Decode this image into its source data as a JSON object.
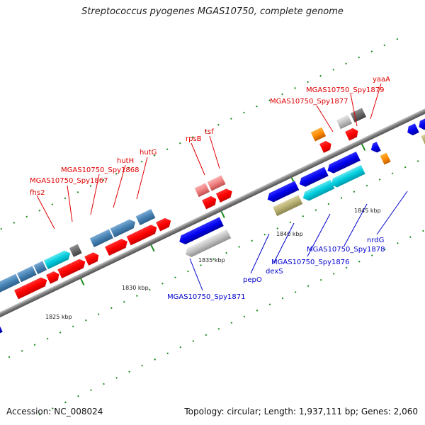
{
  "title": "Streptococcus pyogenes MGAS10750, complete genome",
  "footer": {
    "accession": "Accession: NC_008024",
    "summary": "Topology: circular; Length: 1,937,111 bp; Genes: 2,060"
  },
  "ticks": [
    "1825 kbp",
    "1830 kbp",
    "1835 kbp",
    "1840 kbp",
    "1845 kbp"
  ],
  "forward_labels": [
    "fhs2",
    "MGAS10750_Spy1867",
    "MGAS10750_Spy1868",
    "hutH",
    "hutG",
    "rpsB",
    "tsf",
    "MGAS10750_Spy1877",
    "MGAS10750_Spy1879",
    "yaaA"
  ],
  "reverse_labels": [
    "MGAS10750_Spy1871",
    "pepO",
    "dexS",
    "MGAS10750_Spy1876",
    "MGAS10750_Spy1878",
    "nrdG"
  ],
  "colors": {
    "forward_label": "#e00000",
    "reverse_label": "#0000cc",
    "cds_forward": "#ff0000",
    "cds_reverse": "#0000ee",
    "steelblue": "#4682b4",
    "cyan": "#00ccdd",
    "olive": "#b8b070",
    "gray": "#b0b0b0",
    "pink": "#f08080",
    "orange": "#ff8c00"
  }
}
